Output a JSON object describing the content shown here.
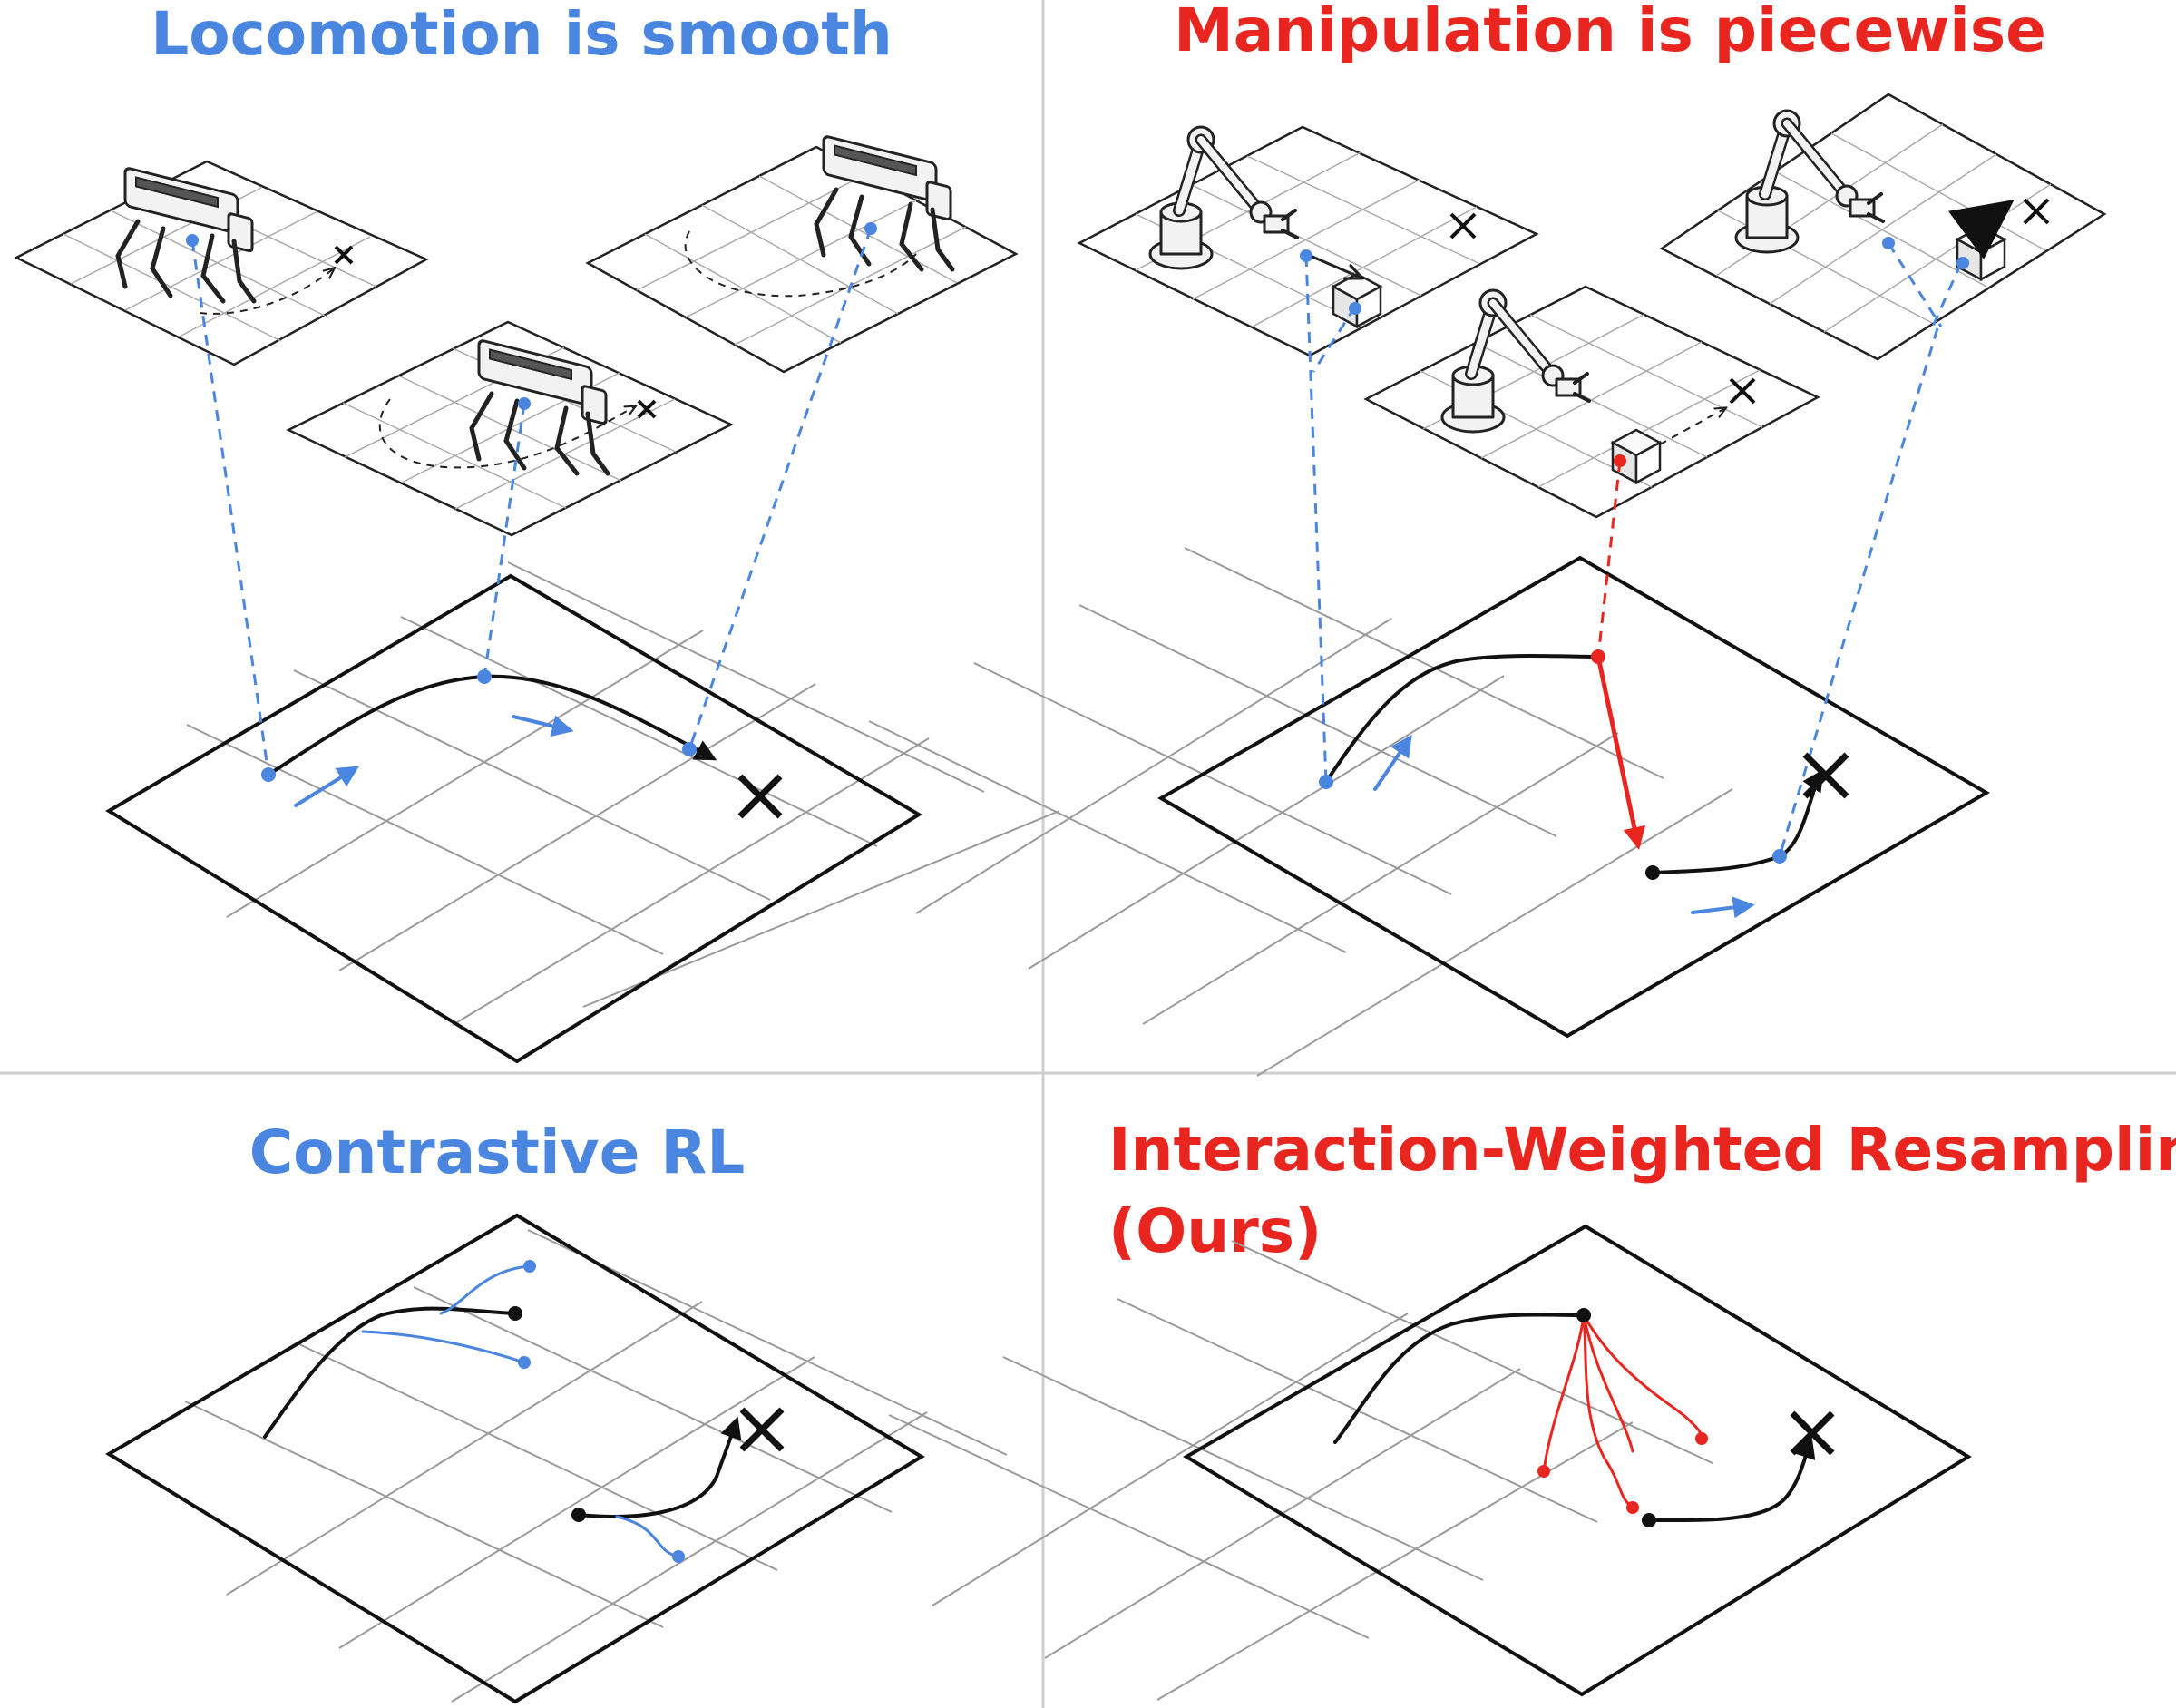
{
  "panels": {
    "top_left": {
      "title": "Locomotion is smooth",
      "title_color": "#4a86e0"
    },
    "top_right": {
      "title": "Manipulation is piecewise",
      "title_color": "#e8261f"
    },
    "bottom_left": {
      "title": "Contrastive RL",
      "title_color": "#4a86e0"
    },
    "bottom_right": {
      "title_line1": "Interaction-Weighted Resampling",
      "title_line2": "(Ours)",
      "title_color": "#e8261f"
    }
  },
  "icons": [
    "quadruped-robot-icon",
    "robot-arm-icon",
    "box-icon",
    "goal-x-icon",
    "arrow-icon"
  ],
  "colors": {
    "blue": "#4a86e0",
    "red": "#e8261f",
    "black": "#111111",
    "grid": "#9a9a9a"
  }
}
